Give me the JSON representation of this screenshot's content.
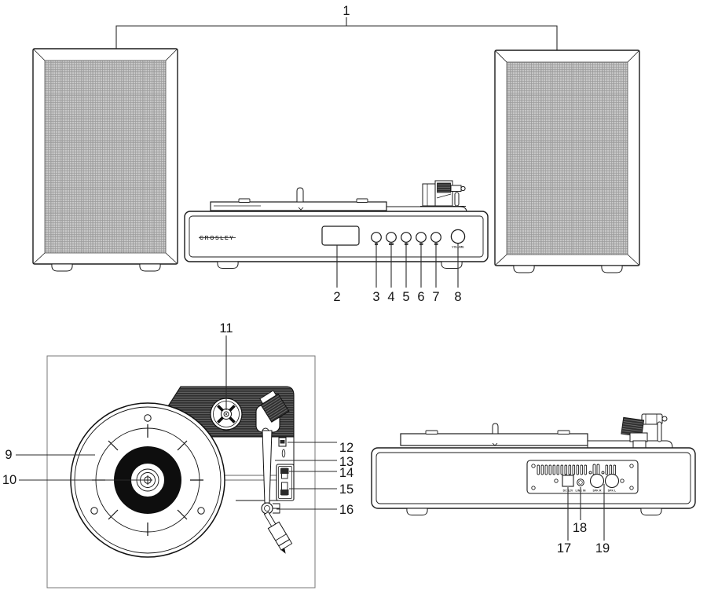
{
  "diagram": {
    "product": "turntable shelf stereo system with two speakers (line-art parts diagram)",
    "brand": "CROSLEY",
    "front_panel": {
      "volume_label": "VOLUME",
      "button_icons": [
        "power-icon",
        "function-icon",
        "skip-back-icon",
        "play-pause-icon",
        "skip-forward-icon"
      ],
      "knob_icon": "volume-knob"
    },
    "rear_panel": {
      "dc": "DC 12V",
      "line_in": "LINE IN",
      "spk_r": "SPK R",
      "spk_l": "SPK L"
    },
    "callouts": {
      "n1": "1",
      "n2": "2",
      "n3": "3",
      "n4": "4",
      "n5": "5",
      "n6": "6",
      "n7": "7",
      "n8": "8",
      "n9": "9",
      "n10": "10",
      "n11": "11",
      "n12": "12",
      "n13": "13",
      "n14": "14",
      "n15": "15",
      "n16": "16",
      "n17": "17",
      "n18": "18",
      "n19": "19"
    }
  }
}
